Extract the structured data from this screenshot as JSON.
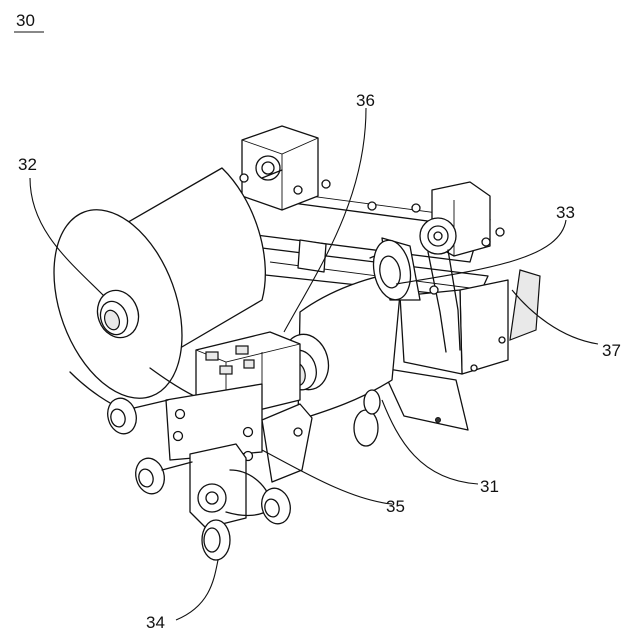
{
  "figure": {
    "figure_number": "30",
    "reference_labels": {
      "r31": "31",
      "r32": "32",
      "r33": "33",
      "r34": "34",
      "r35": "35",
      "r36": "36",
      "r37": "37"
    }
  }
}
